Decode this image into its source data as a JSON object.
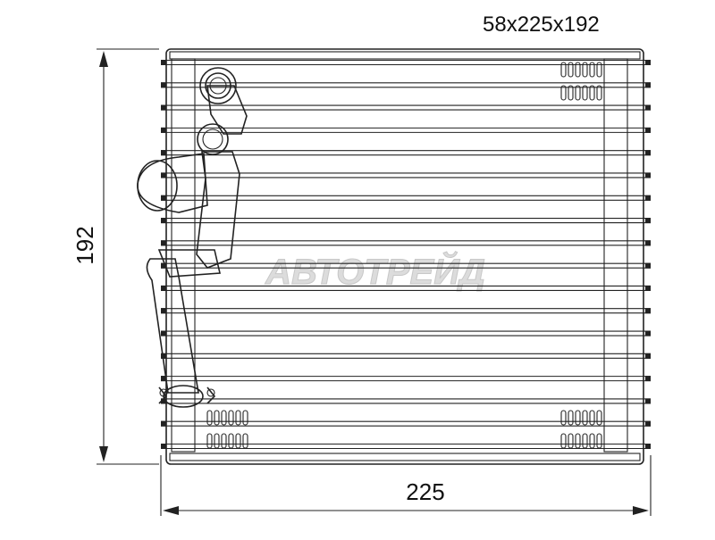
{
  "diagram": {
    "dimensions_label": "58x225x192",
    "height_label": "192",
    "width_label": "225",
    "watermark": "АВТОТРЕЙД",
    "colors": {
      "stroke": "#222222",
      "fill": "#ffffff",
      "watermark": "#d8d8d8"
    }
  }
}
